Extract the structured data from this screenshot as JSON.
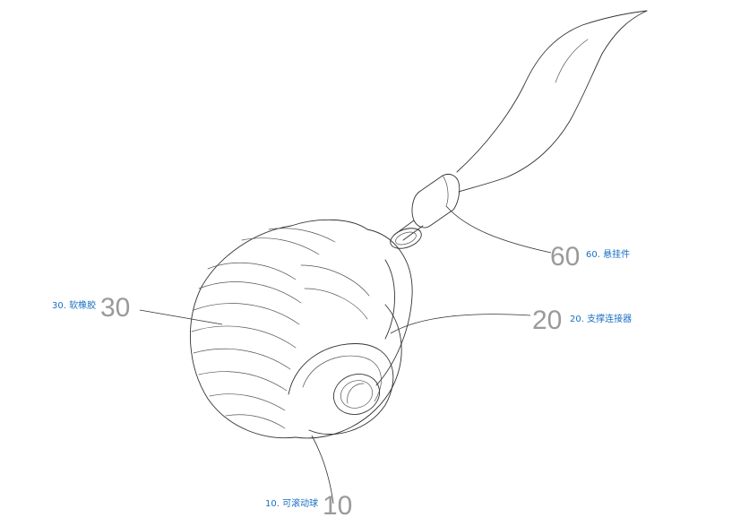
{
  "colors": {
    "label": "#1a6fc4",
    "ref_numeral": "#9a9a9a",
    "line": "#333333"
  },
  "callouts": [
    {
      "id": "rolling-ball",
      "label": "10. 可滚动球",
      "numeral": "10"
    },
    {
      "id": "support-connector",
      "label": "20. 支撑连接器",
      "numeral": "20"
    },
    {
      "id": "soft-rubber",
      "label": "30. 软橡胶",
      "numeral": "30"
    },
    {
      "id": "hanging-piece",
      "label": "60. 悬挂件",
      "numeral": "60"
    }
  ]
}
